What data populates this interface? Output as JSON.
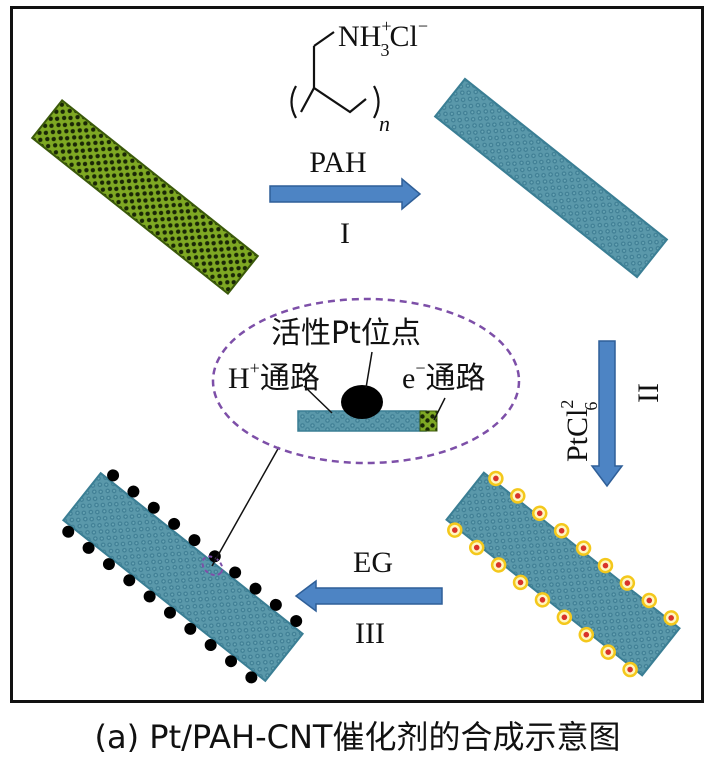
{
  "labels": {
    "step1_reagent": "PAH",
    "step1_numeral": "I",
    "step2_reagent": "PtCl",
    "step2_reagent_sup": "2",
    "step2_reagent_sub": "6",
    "step2_numeral": "II",
    "step3_reagent": "EG",
    "step3_numeral": "III",
    "chem_main": "NH",
    "chem_sub": "3",
    "chem_sup": "+",
    "chem_tail": "Cl",
    "chem_tail_sup": "−",
    "chem_repeat": "n",
    "active_site": "活性Pt位点",
    "proton_path": "H",
    "proton_path_sup": "+",
    "proton_path_tail": "通路",
    "electron_path": "e",
    "electron_path_sup": "−",
    "electron_path_tail": "通路"
  },
  "caption": "(a) Pt/PAH-CNT催化剂的合成示意图",
  "colors": {
    "cnt_green": "#6f9a1c",
    "cnt_dark": "#1c2a05",
    "cnt_blue": "#4f8fa2",
    "cnt_blue_edge": "#2f6b80",
    "arrow_blue": "#4d84c4",
    "arrow_edge": "#2f5f98",
    "ellipse_purple": "#7d4fa8",
    "pt_particle": "#000000",
    "precursor_outer": "#f4c81c",
    "precursor_inner": "#d9322a"
  }
}
